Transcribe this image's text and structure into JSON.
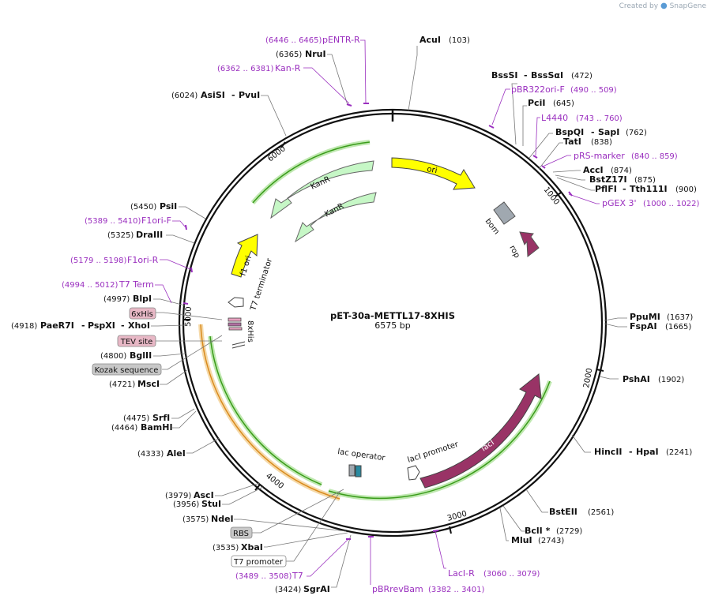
{
  "credit": {
    "prefix": "Created by",
    "brand": "SnapGene"
  },
  "plasmid": {
    "name": "pET-30a-METTL17-8XHIS",
    "length_label": "6575 bp",
    "length": 6575
  },
  "ticks": [
    "1000",
    "2000",
    "3000",
    "4000",
    "5000",
    "6000"
  ],
  "sites": [
    {
      "name": "AcuI",
      "pos": "(103)"
    },
    {
      "name": "BssSI",
      "alias": "BssSαI",
      "pos": "(472)"
    },
    {
      "name": "PciI",
      "pos": "(645)"
    },
    {
      "name": "BspQI",
      "alias": "SapI",
      "pos": "(762)"
    },
    {
      "name": "TatI",
      "pos": "(838)"
    },
    {
      "name": "AccI",
      "pos": "(874)"
    },
    {
      "name": "BstZ17I",
      "pos": "(875)"
    },
    {
      "name": "PflFI",
      "alias": "Tth111I",
      "pos": "(900)"
    },
    {
      "name": "PpuMI",
      "pos": "(1637)"
    },
    {
      "name": "FspAI",
      "pos": "(1665)"
    },
    {
      "name": "PshAI",
      "pos": "(1902)"
    },
    {
      "name": "HincII",
      "alias": "HpaI",
      "pos": "(2241)"
    },
    {
      "name": "BstEII",
      "pos": "(2561)"
    },
    {
      "name": "BclI *",
      "pos": "(2729)"
    },
    {
      "name": "MluI",
      "pos": "(2743)"
    },
    {
      "name": "SgrAI",
      "pos": "(3424)"
    },
    {
      "name": "XbaI",
      "pos": "(3535)"
    },
    {
      "name": "NdeI",
      "pos": "(3575)"
    },
    {
      "name": "StuI",
      "pos": "(3956)"
    },
    {
      "name": "AscI",
      "pos": "(3979)"
    },
    {
      "name": "AleI",
      "pos": "(4333)"
    },
    {
      "name": "BamHI",
      "pos": "(4464)"
    },
    {
      "name": "SrfI",
      "pos": "(4475)"
    },
    {
      "name": "MscI",
      "pos": "(4721)"
    },
    {
      "name": "BglII",
      "pos": "(4800)"
    },
    {
      "name": "PaeR7I",
      "alias": "PspXI",
      "alias2": "XhoI",
      "pos": "(4918)"
    },
    {
      "name": "BlpI",
      "pos": "(4997)"
    },
    {
      "name": "DraIII",
      "pos": "(5325)"
    },
    {
      "name": "PsiI",
      "pos": "(5450)"
    },
    {
      "name": "AsiSI",
      "alias": "PvuI",
      "pos": "(6024)"
    },
    {
      "name": "NruI",
      "pos": "(6365)"
    }
  ],
  "primers": [
    {
      "name": "pENTR-R",
      "range": "(6446 .. 6465)"
    },
    {
      "name": "Kan-R",
      "range": "(6362 .. 6381)"
    },
    {
      "name": "pBR322ori-F",
      "range": "(490 .. 509)"
    },
    {
      "name": "L4440",
      "range": "(743 .. 760)"
    },
    {
      "name": "pRS-marker",
      "range": "(840 .. 859)"
    },
    {
      "name": "pGEX 3'",
      "range": "(1000 .. 1022)"
    },
    {
      "name": "F1ori-F",
      "range": "(5389 .. 5410)"
    },
    {
      "name": "F1ori-R",
      "range": "(5179 .. 5198)"
    },
    {
      "name": "T7 Term",
      "range": "(4994 .. 5012)"
    },
    {
      "name": "T7",
      "range": "(3489 .. 3508)"
    },
    {
      "name": "pBRrevBam",
      "range": "(3382 .. 3401)"
    },
    {
      "name": "LacI-R",
      "range": "(3060 .. 3079)"
    }
  ],
  "boxed": [
    {
      "name": "6xHis",
      "style": "pink"
    },
    {
      "name": "TEV site",
      "style": "pink"
    },
    {
      "name": "Kozak sequence",
      "style": "gray"
    },
    {
      "name": "RBS",
      "style": "gray"
    },
    {
      "name": "T7 promoter",
      "style": "white"
    }
  ],
  "features": {
    "ori": "ori",
    "bom": "bom",
    "rop": "rop",
    "lacI": "lacI",
    "lacI_promoter": "lacI promoter",
    "lac_operator": "lac operator",
    "kanR1": "KanR",
    "kanR2": "KanR",
    "f1ori": "f1 ori",
    "t7_terminator": "T7 terminator",
    "his8": "8xHis"
  },
  "colors": {
    "ori": "#ffff00",
    "kanR": "#c6f7c6",
    "lacI": "#993366",
    "bom": "#a0a8b0",
    "primer": "#9a2fbf",
    "orf_green": "#3a9c1a",
    "orf_orange": "#d98a1c",
    "box_pink": "#e8b8c6",
    "box_gray": "#c8c8c8"
  }
}
